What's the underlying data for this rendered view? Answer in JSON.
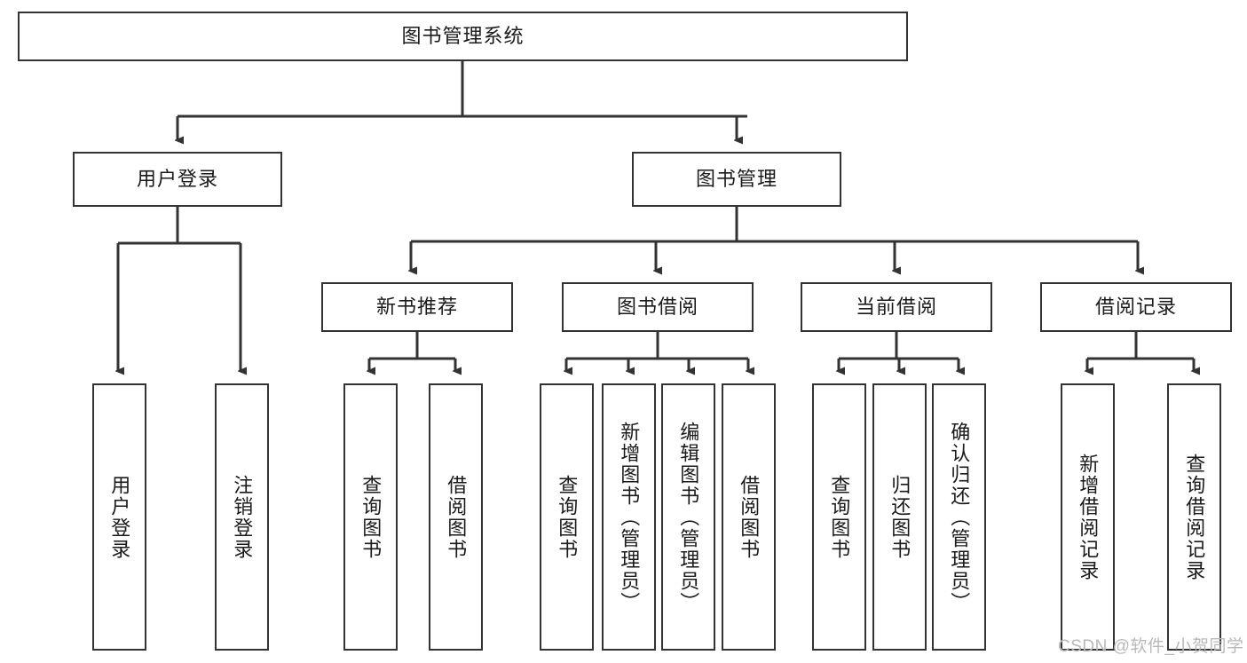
{
  "diagram": {
    "title_node": {
      "label": "图书管理系统"
    },
    "level2": [
      {
        "label": "用户登录"
      },
      {
        "label": "图书管理"
      }
    ],
    "level3": [
      {
        "label": "新书推荐"
      },
      {
        "label": "图书借阅"
      },
      {
        "label": "当前借阅"
      },
      {
        "label": "借阅记录"
      }
    ],
    "leaves": [
      {
        "label": "用户登录"
      },
      {
        "label": "注销登录"
      },
      {
        "label": "查询图书"
      },
      {
        "label": "借阅图书"
      },
      {
        "label": "查询图书"
      },
      {
        "label": "新增图书（管理员）"
      },
      {
        "label": "编辑图书（管理员）"
      },
      {
        "label": "借阅图书"
      },
      {
        "label": "查询图书"
      },
      {
        "label": "归还图书"
      },
      {
        "label": "确认归还（管理员）"
      },
      {
        "label": "新增借阅记录"
      },
      {
        "label": "查询借阅记录"
      }
    ]
  },
  "watermark": {
    "text": "CSDN @软件_小贺同学"
  },
  "colors": {
    "stroke": "#333333",
    "fill": "#ffffff",
    "text": "#1a1a1a",
    "watermark": "#b9b9b9"
  }
}
